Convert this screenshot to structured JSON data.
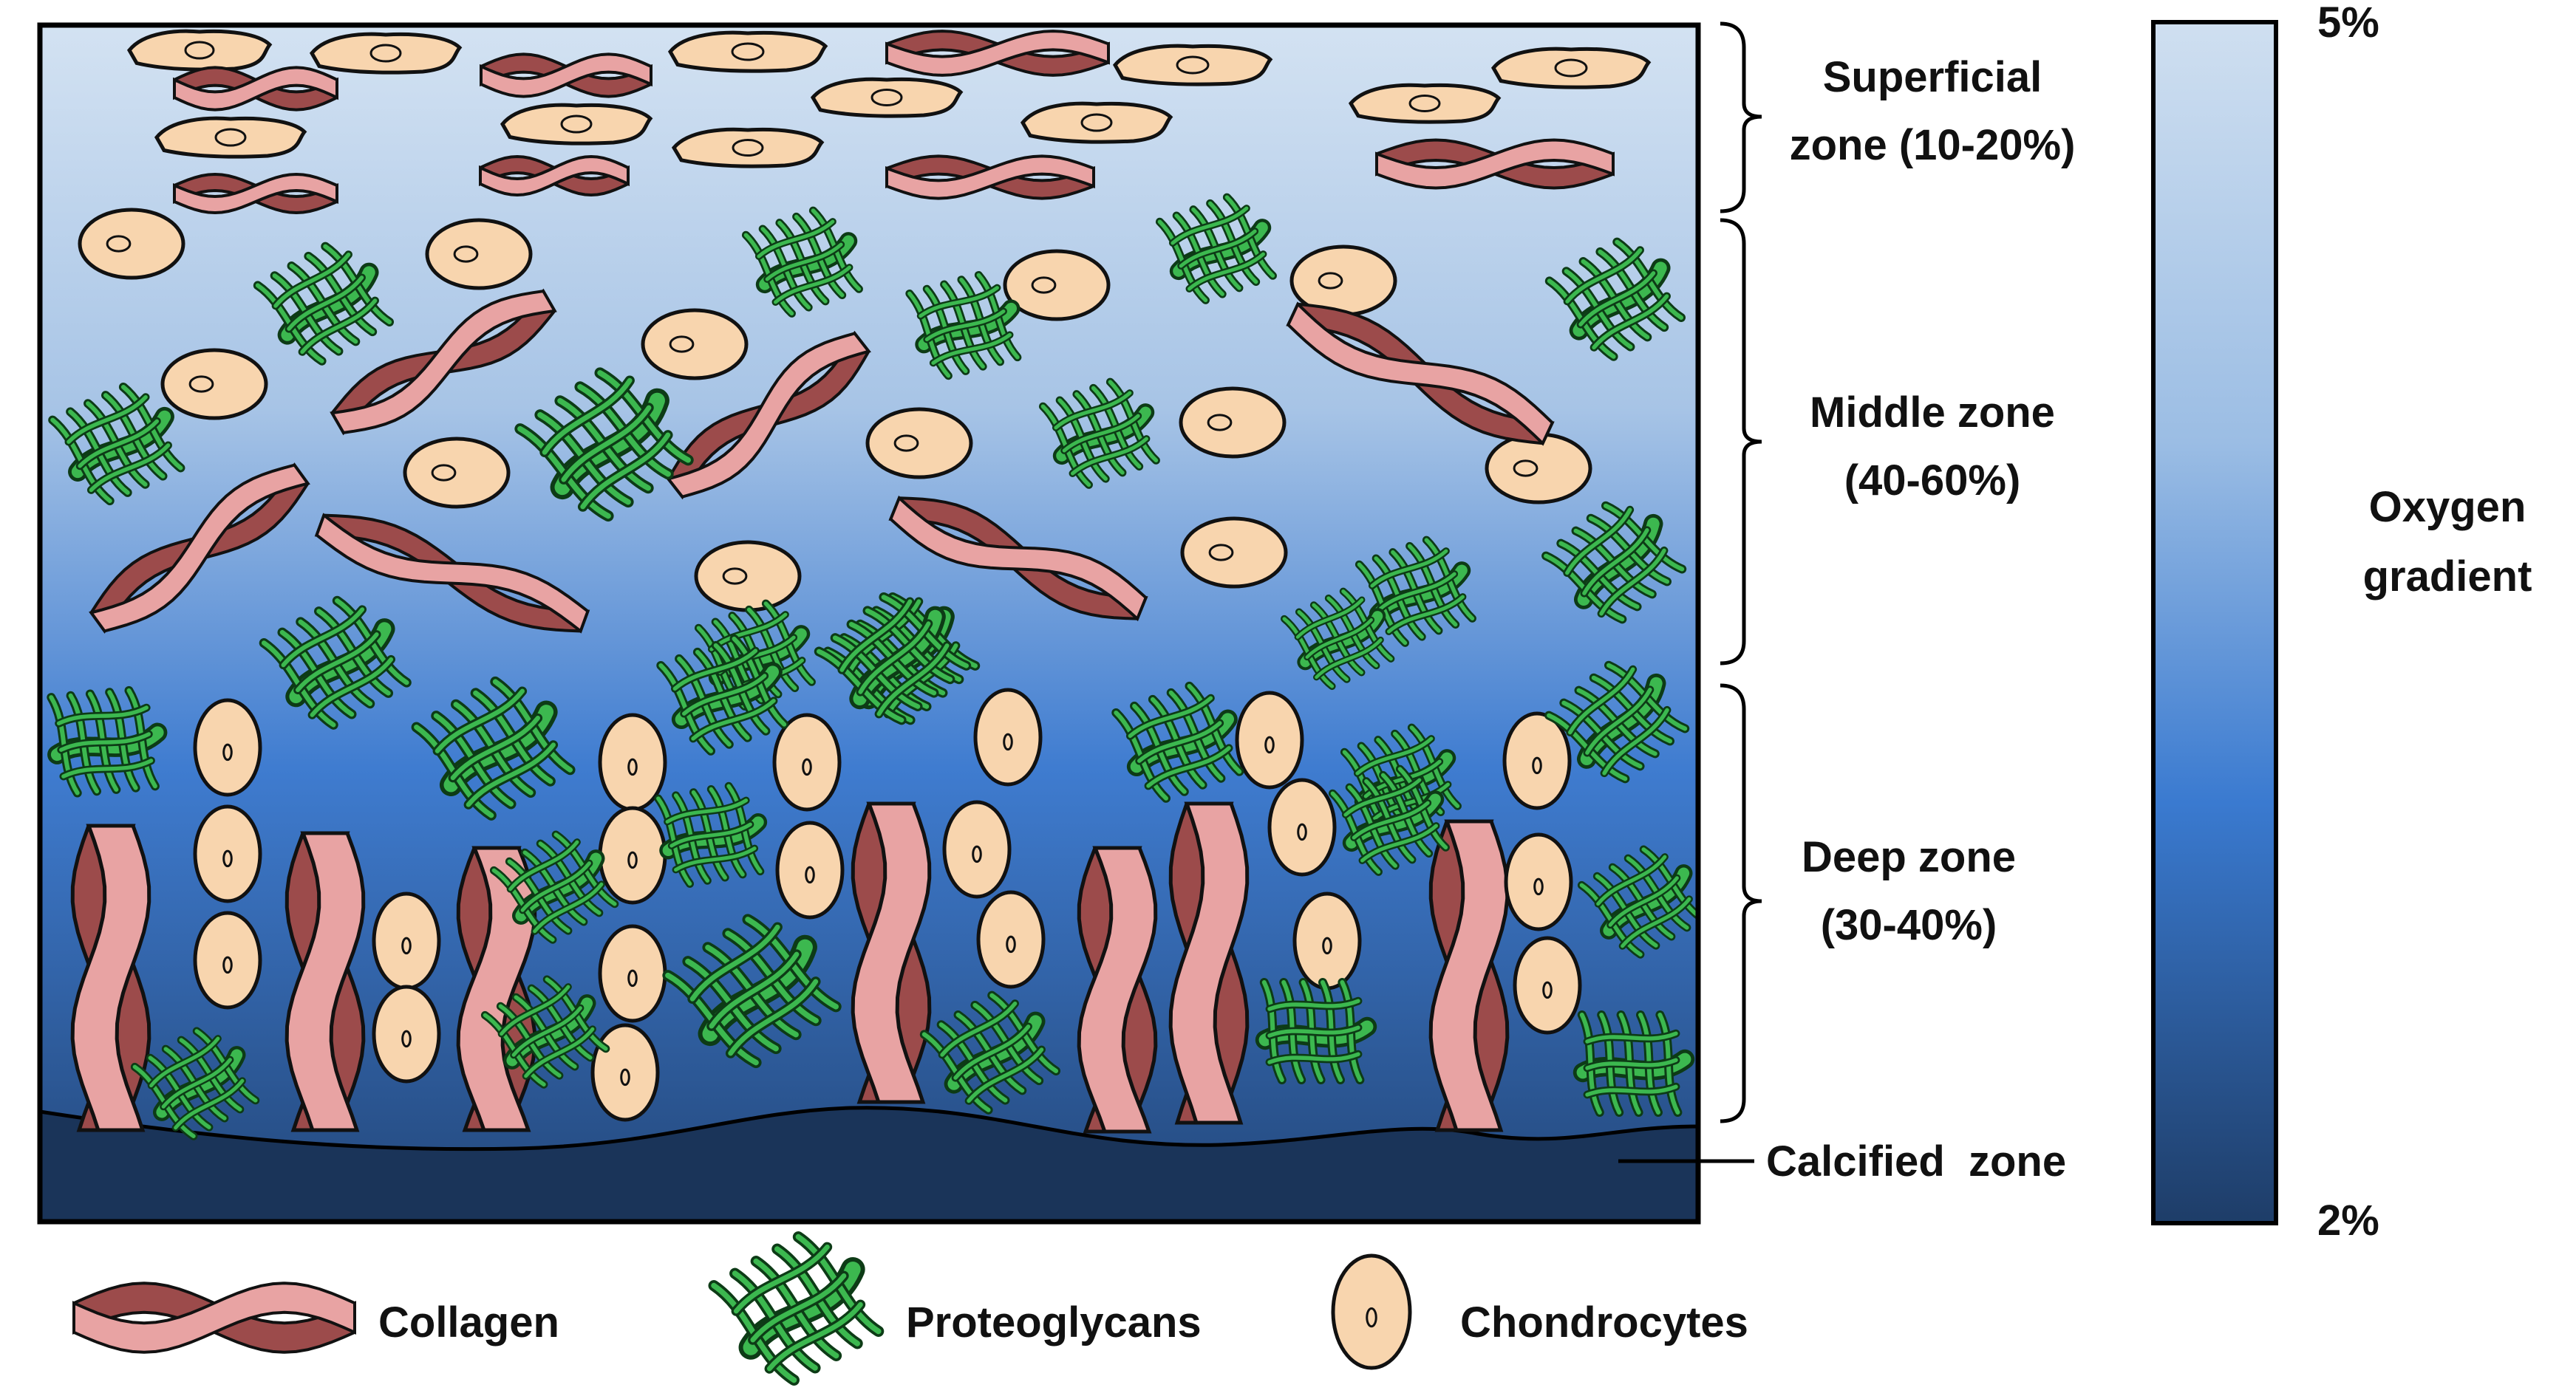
{
  "zones": [
    {
      "name_line1": "Superficial",
      "name_line2": "zone (10-20%)"
    },
    {
      "name_line1": "Middle zone",
      "name_line2": "(40-60%)"
    },
    {
      "name_line1": "Deep zone",
      "name_line2": "(30-40%)"
    },
    {
      "name_line1": "Calcified  zone",
      "name_line2": ""
    }
  ],
  "gradient": {
    "title_line1": "Oxygen",
    "title_line2": "gradient",
    "top_label": "5%",
    "bottom_label": "2%",
    "top_color": "#c9daee",
    "bottom_color": "#1e3d68"
  },
  "legend": [
    {
      "label": "Collagen",
      "icon": "collagen-fiber-icon"
    },
    {
      "label": "Proteoglycans",
      "icon": "proteoglycan-icon"
    },
    {
      "label": "Chondrocytes",
      "icon": "chondrocyte-icon"
    }
  ],
  "colors": {
    "collagen_fill": "#e8a3a3",
    "collagen_dark": "#9c4b4b",
    "proteoglycan": "#3cb84f",
    "chondrocyte": "#f8d5ae",
    "calcified": "#1a3459",
    "outline": "#111111"
  }
}
